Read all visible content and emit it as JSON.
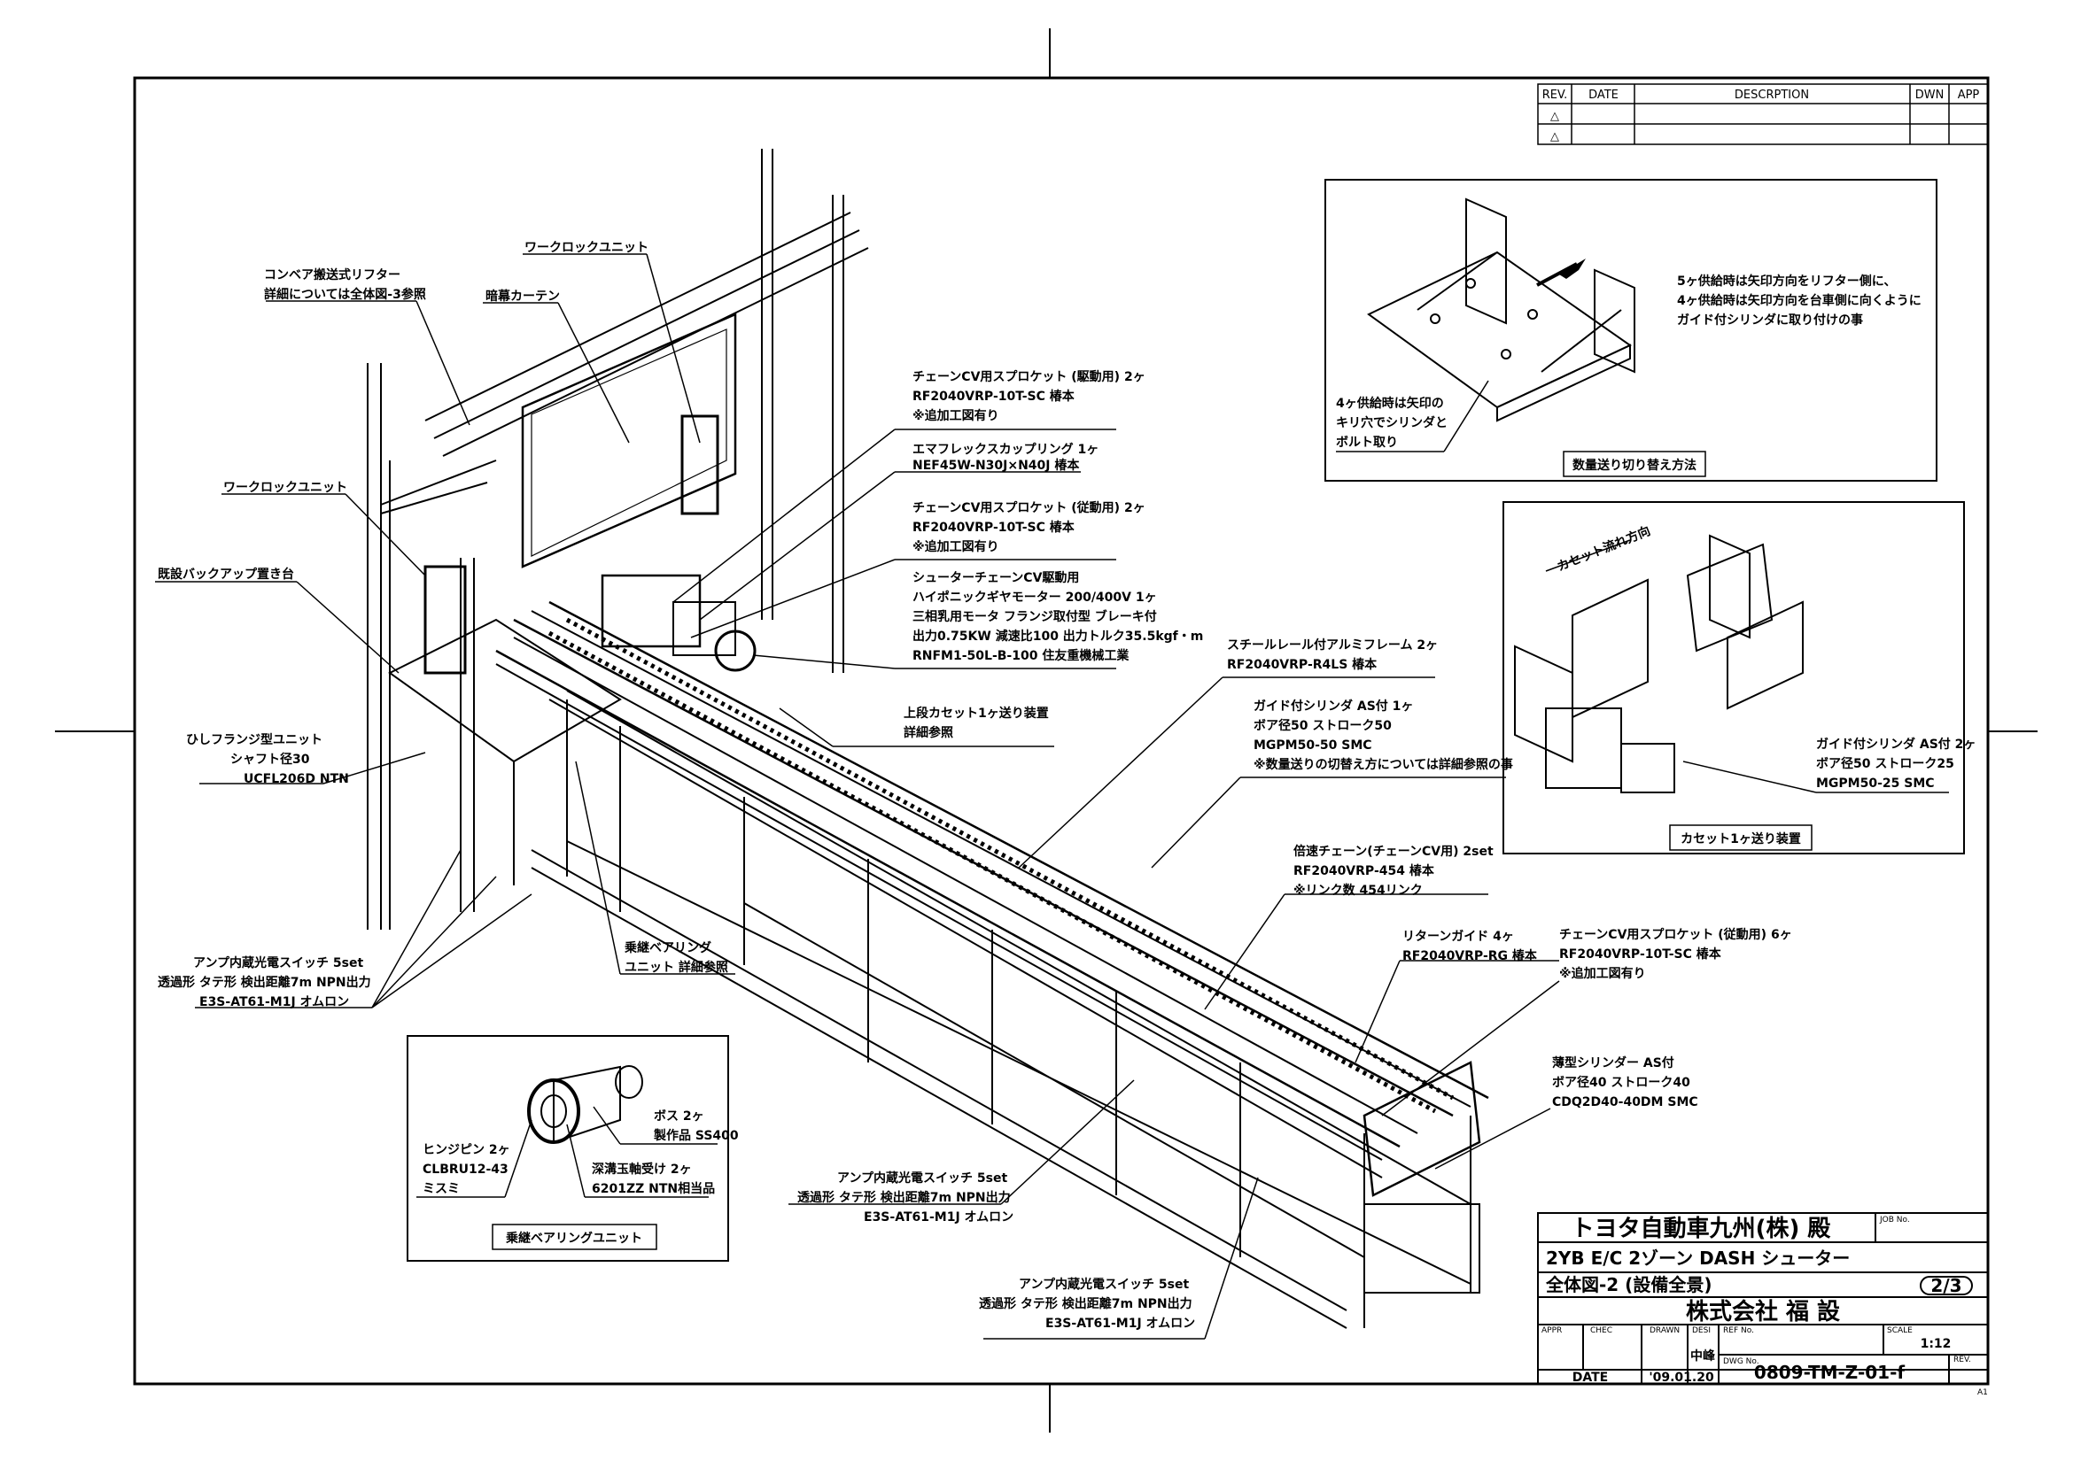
{
  "revision_table": {
    "headers": [
      "REV.",
      "DATE",
      "DESCRPTION",
      "DWN",
      "APP"
    ],
    "rows": [
      "△",
      "△"
    ]
  },
  "labels": {
    "conveyor_lifter": [
      "コンベア搬送式リフター",
      "詳細については全体図-3参照"
    ],
    "work_lock_unit_top": "ワークロックユニット",
    "curtain": "暗幕カーテン",
    "work_lock_unit_left": "ワークロックユニット",
    "backup_stand": "既設バックアップ置き台",
    "sprocket_drive": [
      "チェーンCV用スプロケット (駆動用) 2ヶ",
      "RF2040VRP-10T-SC 椿本",
      "※追加工図有り"
    ],
    "coupling": [
      "エマフレックスカップリング 1ヶ",
      "NEF45W-N30J×N40J 椿本"
    ],
    "sprocket_driven": [
      "チェーンCV用スプロケット (従動用) 2ヶ",
      "RF2040VRP-10T-SC 椿本",
      "※追加工図有り"
    ],
    "motor": [
      "シューターチェーンCV駆動用",
      "ハイポニックギヤモーター 200/400V 1ヶ",
      "三相乳用モータ フランジ取付型 ブレーキ付",
      "出力0.75KW 減速比100 出力トルク35.5kgf・m",
      "RNFM1-50L-B-100 住友重機械工業"
    ],
    "steel_rail": [
      "スチールレール付アルミフレーム 2ヶ",
      "RF2040VRP-R4LS 椿本"
    ],
    "upper_cassette": [
      "上段カセット1ヶ送り装置",
      "詳細参照"
    ],
    "guide_cylinder": [
      "ガイド付シリンダ AS付 1ヶ",
      "ボア径50 ストローク50",
      "MGPM50-50 SMC",
      "※数量送りの切替え方については詳細参照の事"
    ],
    "flange_unit": [
      "ひしフランジ型ユニット",
      "シャフト径30",
      "UCFL206D NTN"
    ],
    "double_chain": [
      "倍速チェーン(チェーンCV用) 2set",
      "RF2040VRP-454 椿本",
      "※リンク数 454リンク"
    ],
    "return_guide": [
      "リターンガイド 4ヶ",
      "RF2040VRP-RG 椿本"
    ],
    "sprocket_driven6": [
      "チェーンCV用スプロケット (従動用) 6ヶ",
      "RF2040VRP-10T-SC 椿本",
      "※追加工図有り"
    ],
    "thin_cylinder": [
      "薄型シリンダー AS付",
      "ボア径40 ストローク40",
      "CDQ2D40-40DM SMC"
    ],
    "roller_bearing": [
      "乗継ベアリング",
      "ユニット 詳細参照"
    ],
    "sensor_left": [
      "アンプ内蔵光電スイッチ 5set",
      "透過形 タテ形 検出距離7m NPN出力",
      "E3S-AT61-M1J オムロン"
    ],
    "sensor_mid": [
      "アンプ内蔵光電スイッチ 5set",
      "透過形 タテ形 検出距離7m NPN出力",
      "E3S-AT61-M1J オムロン"
    ],
    "sensor_bottom": [
      "アンプ内蔵光電スイッチ 5set",
      "透過形 タテ形 検出距離7m NPN出力",
      "E3S-AT61-M1J オムロン"
    ]
  },
  "detail_qty": {
    "note": [
      "5ヶ供給時は矢印方向をリフター側に、",
      "4ヶ供給時は矢印方向を台車側に向くように",
      "ガイド付シリンダに取り付けの事"
    ],
    "note2": [
      "4ヶ供給時は矢印の",
      "キリ穴でシリンダと",
      "ボルト取り"
    ],
    "caption": "数量送り切り替え方法"
  },
  "detail_cassette": {
    "direction": "カセット流れ方向",
    "cylinder": [
      "ガイド付シリンダ AS付 2ヶ",
      "ボア径50 ストローク25",
      "MGPM50-25 SMC"
    ],
    "caption": "カセット1ヶ送り装置"
  },
  "detail_bearing": {
    "boss": [
      "ボス 2ヶ",
      "製作品 SS400"
    ],
    "hinge_pin": [
      "ヒンジピン 2ヶ",
      "CLBRU12-43",
      "ミスミ"
    ],
    "ball_bearing": [
      "深溝玉軸受け 2ヶ",
      "6201ZZ NTN相当品"
    ],
    "caption": "乗継ベアリングユニット"
  },
  "title_block": {
    "customer": "トヨタ自動車九州(株) 殿",
    "job_label": "JOB No.",
    "project": "2YB E/C 2ゾーン DASH シューター",
    "drawing_title": "全体図-2 (設備全景)",
    "sheet": "2/3",
    "company": "株式会社 福 設",
    "appr": "APPR",
    "chec": "CHEC",
    "drawn": "DRAWN",
    "desi": "DESI",
    "ref_no": "REF No.",
    "scale_label": "SCALE",
    "scale": "1:12",
    "designer": "中峰",
    "dwg_no_label": "DWG No.",
    "dwg_no": "0809-TM-Z-01-f",
    "date_label": "DATE",
    "date": "'09.01.20",
    "rev_label": "REV.",
    "size": "A1"
  }
}
